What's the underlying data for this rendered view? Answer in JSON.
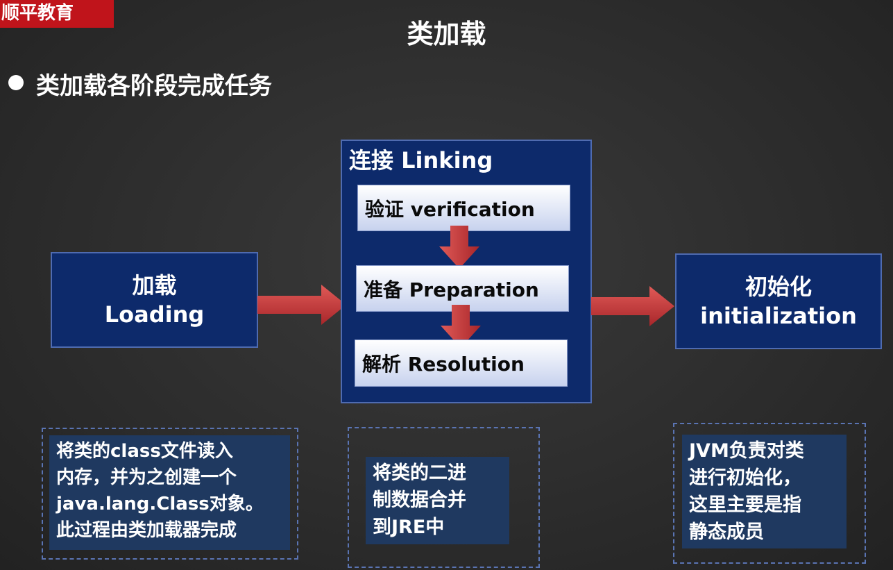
{
  "brand": "顺平教育",
  "title": "类加载",
  "subtitle": "类加载各阶段完成任务",
  "loading": {
    "cn": "加载",
    "en": "Loading"
  },
  "linking": {
    "title": "连接 Linking",
    "steps": [
      "验证 verification",
      "准备 Preparation",
      "解析 Resolution"
    ]
  },
  "initialization": {
    "cn": "初始化",
    "en": "initialization"
  },
  "descriptions": {
    "loading": "将类的class文件读入\n内存，并为之创建一个\njava.lang.Class对象。\n此过程由类加载器完成",
    "linking": "将类的二进\n制数据合并\n到JRE中",
    "initialization": "JVM负责对类\n进行初始化，\n这里主要是指\n静态成员"
  },
  "colors": {
    "brand_red": "#c0141b",
    "box_navy": "#0d2a6b",
    "arrow_red": "#c8393a",
    "desc_blue": "#1f3960"
  }
}
